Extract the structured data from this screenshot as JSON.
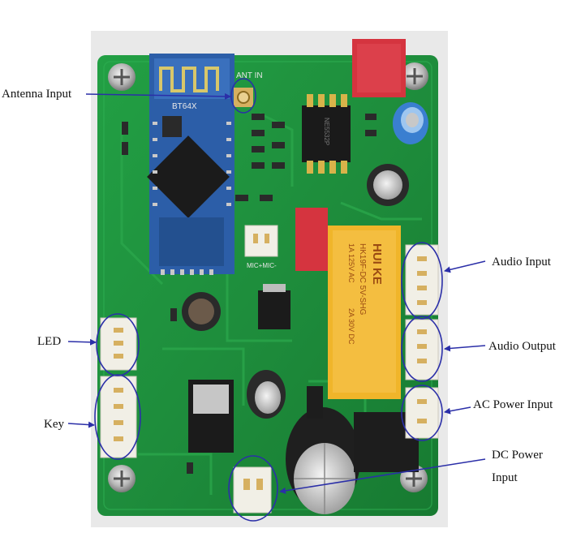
{
  "board": {
    "module_label": "BT64X",
    "antenna_silk": "ANT IN",
    "mic_silk": "MIC+MIC-",
    "relay_brand": "HUI KE",
    "relay_model": "HK19F-DC 5V-SHG",
    "relay_rating1": "1A 125V AC",
    "relay_rating2": "2A 30V DC",
    "ic_label": "NE5532P"
  },
  "labels": {
    "antenna": "Antenna Input",
    "led": "LED",
    "key": "Key",
    "audio_in": "Audio Input",
    "audio_out": "Audio Output",
    "ac_power": "AC Power Input",
    "dc_power_line1": "DC Power",
    "dc_power_line2": "Input"
  },
  "colors": {
    "pcb": "#1f8f3c",
    "pcb_dark": "#137a2f",
    "annotation": "#2b2fa8",
    "connector": "#f1efe6",
    "relay": "#f0b52a",
    "capacitor_red": "#d5343f"
  }
}
